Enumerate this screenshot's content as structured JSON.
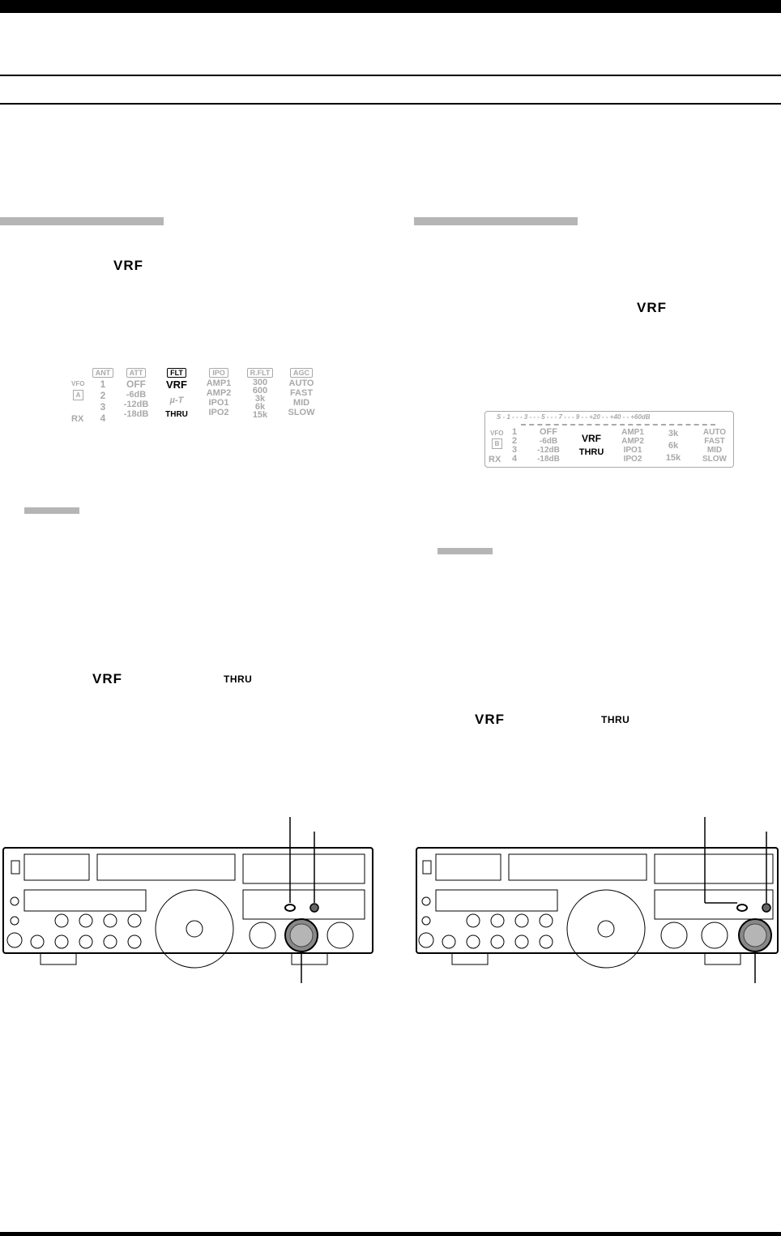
{
  "keywords": {
    "vrf": "VRF",
    "thru": "THRU"
  },
  "fig_a": {
    "vfo_label": "VFO",
    "vfo_letter": "A",
    "rx_label": "RX",
    "columns": [
      {
        "header": "ANT",
        "items": [
          "1",
          "2",
          "3",
          "4"
        ]
      },
      {
        "header": "ATT",
        "items": [
          "OFF",
          "-6dB",
          "-12dB",
          "-18dB"
        ]
      },
      {
        "header": "FLT",
        "items": [
          "VRF",
          "µ-T",
          "THRU"
        ]
      },
      {
        "header": "IPO",
        "items": [
          "AMP1",
          "AMP2",
          "IPO1",
          "IPO2"
        ]
      },
      {
        "header": "R.FLT",
        "items": [
          "300",
          "600",
          "3k",
          "6k",
          "15k"
        ]
      },
      {
        "header": "AGC",
        "items": [
          "AUTO",
          "FAST",
          "MID",
          "SLOW"
        ]
      }
    ]
  },
  "fig_b": {
    "s_scale": "S - 1 - - - 3 - - - 5 - - - 7 - - - 9 - - +20 - - +40 - - +60dB",
    "vfo_label": "VFO",
    "vfo_letter": "B",
    "rx_label": "RX",
    "columns": [
      {
        "items": [
          "1",
          "2",
          "3",
          "4"
        ]
      },
      {
        "items": [
          "OFF",
          "-6dB",
          "-12dB",
          "-18dB"
        ]
      },
      {
        "items": [
          "VRF",
          "THRU"
        ]
      },
      {
        "items": [
          "AMP1",
          "AMP2",
          "IPO1",
          "IPO2"
        ]
      },
      {
        "items": [
          "3k",
          "6k",
          "15k"
        ]
      },
      {
        "items": [
          "AUTO",
          "FAST",
          "MID",
          "SLOW"
        ]
      }
    ]
  },
  "colors": {
    "ink": "#000000",
    "dim_text": "#a9a9a9",
    "section_bar": "#b5b5b5"
  }
}
